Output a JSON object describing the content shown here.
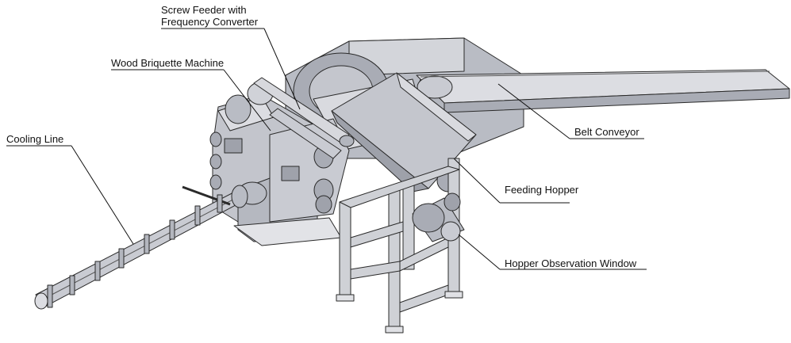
{
  "labels": {
    "screw_feeder_line1": "Screw Feeder with",
    "screw_feeder_line2": "Frequency Converter",
    "wood_briquette_machine": "Wood Briquette Machine",
    "cooling_line": "Cooling Line",
    "belt_conveyor": "Belt Conveyor",
    "feeding_hopper": "Feeding Hopper",
    "hopper_observation_window": "Hopper Observation Window"
  },
  "colors": {
    "metal_fill": "#c9cbd2",
    "metal_dark": "#a9acb5",
    "metal_light": "#dcdde2",
    "edge": "#2a2a2a",
    "leader": "#111111"
  }
}
